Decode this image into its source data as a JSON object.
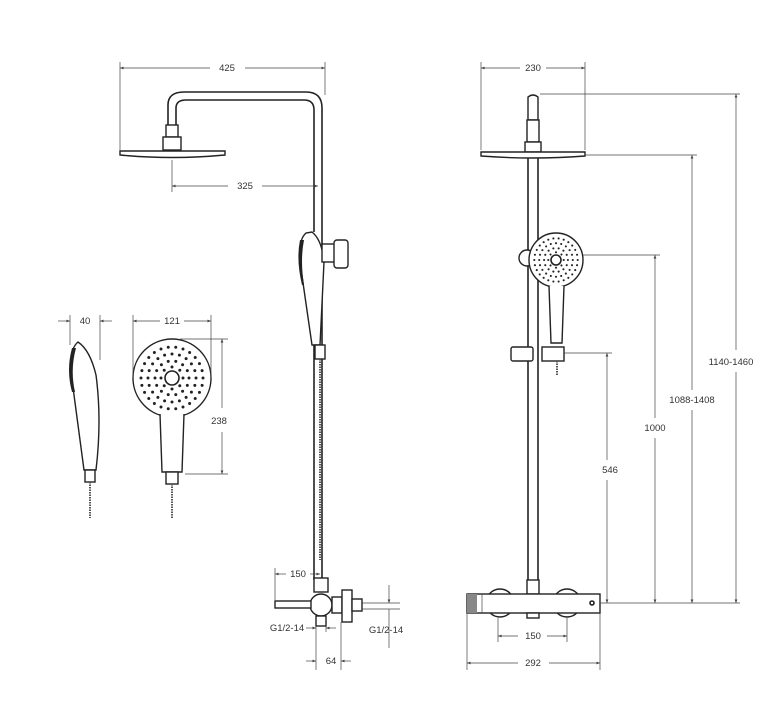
{
  "dimensions": {
    "side_width": "425",
    "arm_reach": "325",
    "head_diameter": "230",
    "hand_thickness": "40",
    "hand_width": "121",
    "hand_length": "238",
    "total_height": "1140-1460",
    "head_height": "1088-1408",
    "holder_height": "1000",
    "slider_height": "546",
    "mixer_centers_side": "150",
    "thread_left": "G1/2-14",
    "thread_right": "G1/2-14",
    "wall_offset": "64",
    "mixer_centers_front": "150",
    "mixer_length": "292"
  }
}
